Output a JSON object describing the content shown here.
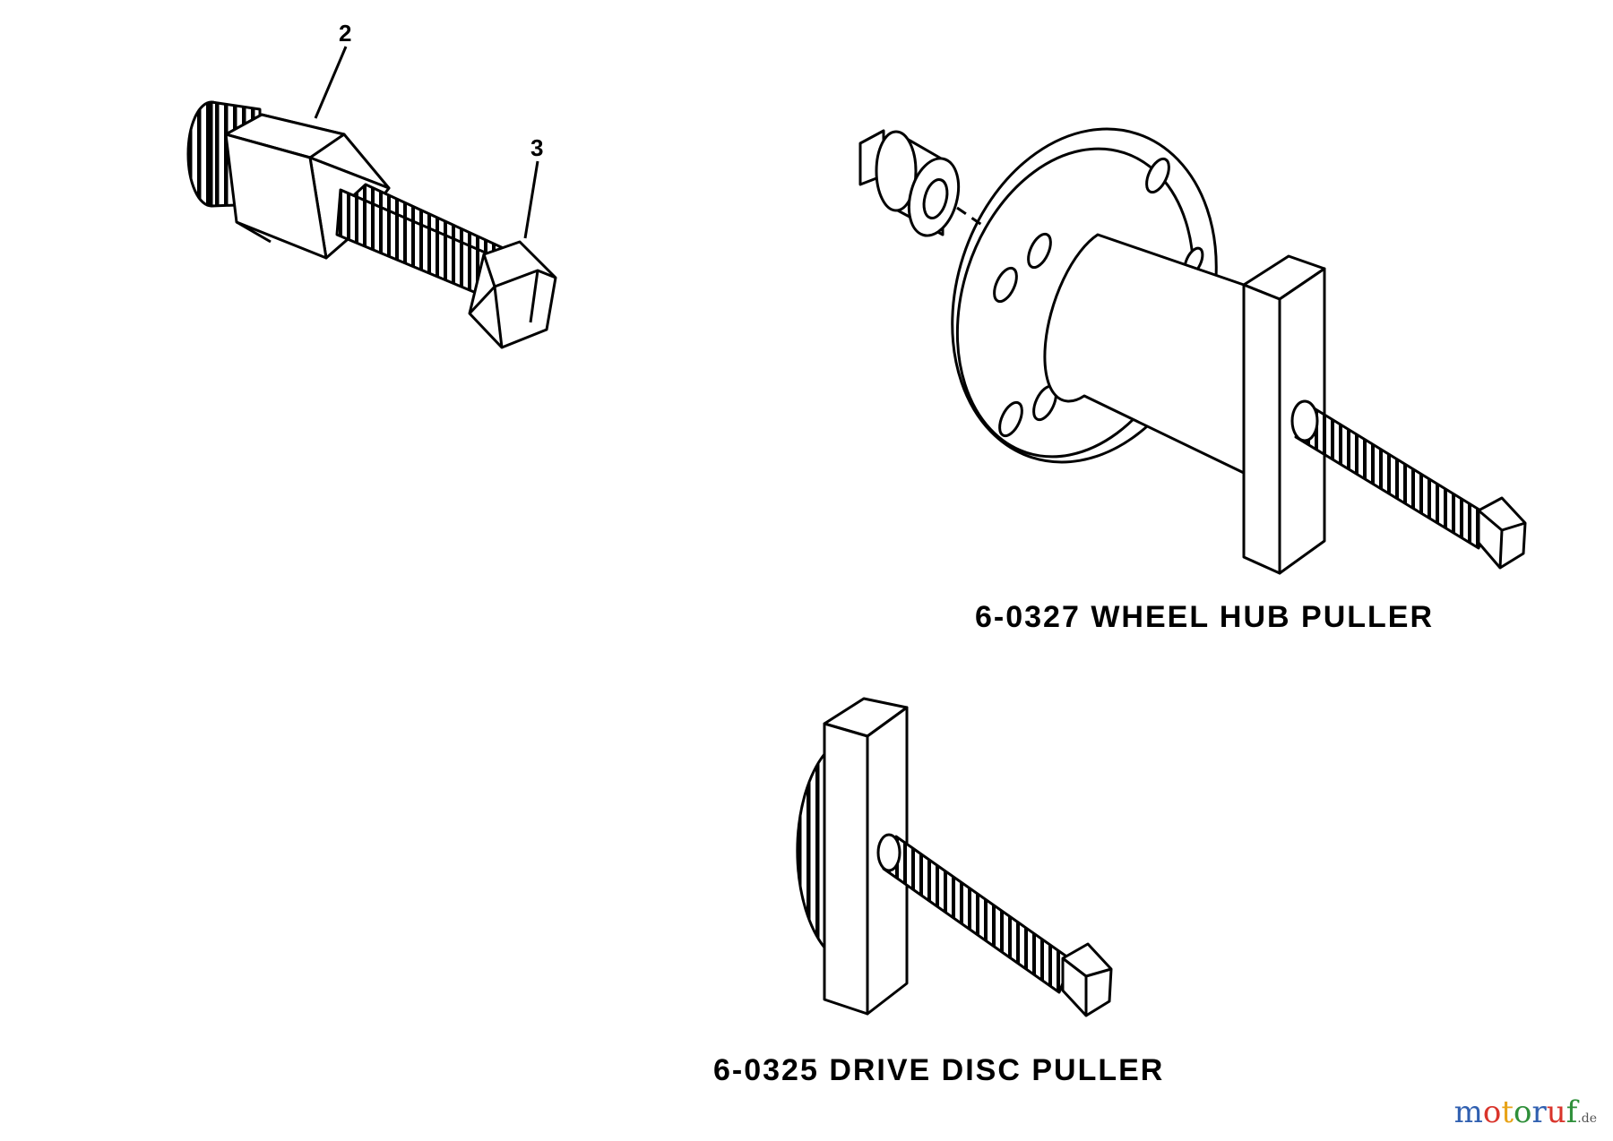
{
  "callouts": {
    "nut": "2",
    "bolt": "3"
  },
  "captions": {
    "wheel_hub_puller": "6-0327 WHEEL HUB PULLER",
    "drive_disc_puller": "6-0325 DRIVE DISC PULLER"
  },
  "watermark": {
    "letters": [
      "m",
      "o",
      "t",
      "o",
      "r",
      "u",
      "f"
    ],
    "letter_colors": [
      "#2f5fb0",
      "#d9342b",
      "#e8a317",
      "#2f8f3a",
      "#2f5fb0",
      "#d9342b",
      "#2f8f3a"
    ],
    "tld": ".de",
    "tld_color": "#555555"
  }
}
